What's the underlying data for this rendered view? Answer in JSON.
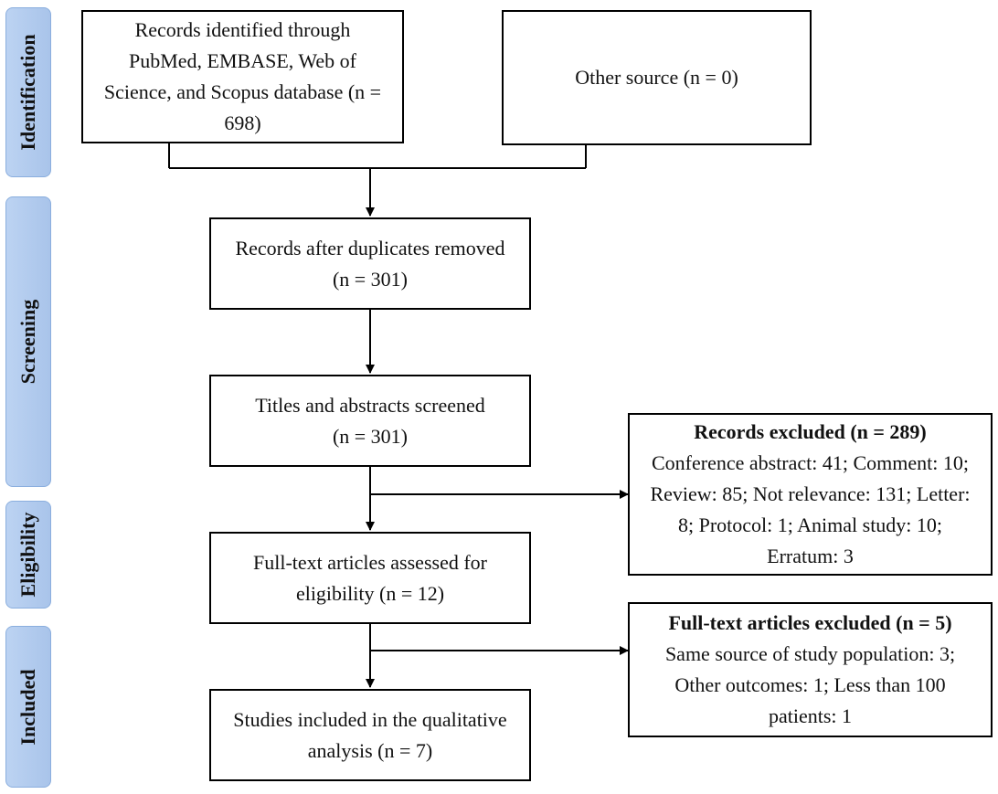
{
  "stages": {
    "identification": "Identification",
    "screening": "Screening",
    "eligibility": "Eligibility",
    "included": "Included"
  },
  "boxes": {
    "records_identified": "Records identified through PubMed, EMBASE, Web of Science, and Scopus database (n = 698)",
    "other_source": "Other source (n = 0)",
    "duplicates_removed_line1": "Records after duplicates removed",
    "duplicates_removed_line2": "(n = 301)",
    "screened_line1": "Titles and abstracts screened",
    "screened_line2": "(n = 301)",
    "fulltext_line1": "Full-text articles assessed for",
    "fulltext_line2": "eligibility (n = 12)",
    "included_line1": "Studies included in the qualitative",
    "included_line2": "analysis (n = 7)"
  },
  "exclusions": {
    "records": {
      "title": "Records excluded (n = 289)",
      "body": "Conference abstract: 41; Comment: 10; Review: 85; Not relevance: 131; Letter: 8; Protocol: 1; Animal study: 10; Erratum: 3"
    },
    "fulltext": {
      "title": "Full-text articles excluded (n = 5)",
      "body": "Same source of study population: 3; Other outcomes: 1; Less than 100 patients: 1"
    }
  }
}
